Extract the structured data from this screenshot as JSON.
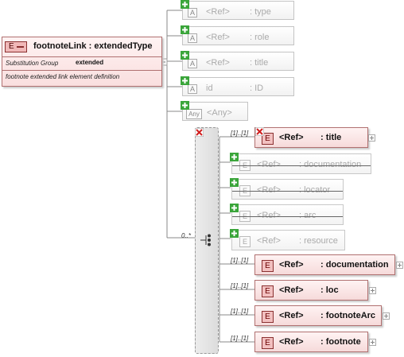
{
  "main_element": {
    "badge": "E",
    "name": "footnoteLink : extendedType",
    "substitution_label": "Substitution Group",
    "substitution_value": "extended",
    "documentation": "footnote extended link element definition"
  },
  "attributes": [
    {
      "badge": "A",
      "ref": "<Ref>",
      "name": ": type"
    },
    {
      "badge": "A",
      "ref": "<Ref>",
      "name": ": role"
    },
    {
      "badge": "A",
      "ref": "<Ref>",
      "name": ": title"
    },
    {
      "badge": "A",
      "ref": "id",
      "name": ": ID"
    }
  ],
  "any_attribute": {
    "badge": "Any",
    "label": "<Any>"
  },
  "sequence": {
    "cardinality": "0..*"
  },
  "elements": [
    {
      "badge": "E",
      "ref": "<Ref>",
      "name": ": title",
      "cardinality": "[1]..[1]",
      "prohibited": true,
      "ghost": false
    },
    {
      "badge": "E",
      "ref": "<Ref>",
      "name": ": documentation",
      "cardinality": "",
      "prohibited": false,
      "ghost": true
    },
    {
      "badge": "E",
      "ref": "<Ref>",
      "name": ": locator",
      "cardinality": "",
      "prohibited": false,
      "ghost": true
    },
    {
      "badge": "E",
      "ref": "<Ref>",
      "name": ": arc",
      "cardinality": "",
      "prohibited": false,
      "ghost": true
    },
    {
      "badge": "E",
      "ref": "<Ref>",
      "name": ": resource",
      "cardinality": "",
      "prohibited": false,
      "ghost": true
    },
    {
      "badge": "E",
      "ref": "<Ref>",
      "name": ": documentation",
      "cardinality": "[1]..[1]",
      "prohibited": false,
      "ghost": false
    },
    {
      "badge": "E",
      "ref": "<Ref>",
      "name": ": loc",
      "cardinality": "[1]..[1]",
      "prohibited": false,
      "ghost": false
    },
    {
      "badge": "E",
      "ref": "<Ref>",
      "name": ": footnoteArc",
      "cardinality": "[1]..[1]",
      "prohibited": false,
      "ghost": false
    },
    {
      "badge": "E",
      "ref": "<Ref>",
      "name": ": footnote",
      "cardinality": "[1]..[1]",
      "prohibited": false,
      "ghost": false
    }
  ],
  "colors": {
    "element_border": "#b07070",
    "element_fill": "#f6dada",
    "ghost_text": "#aaaaaa",
    "plus_green": "#3aa53a",
    "cross_red": "#d02020"
  }
}
